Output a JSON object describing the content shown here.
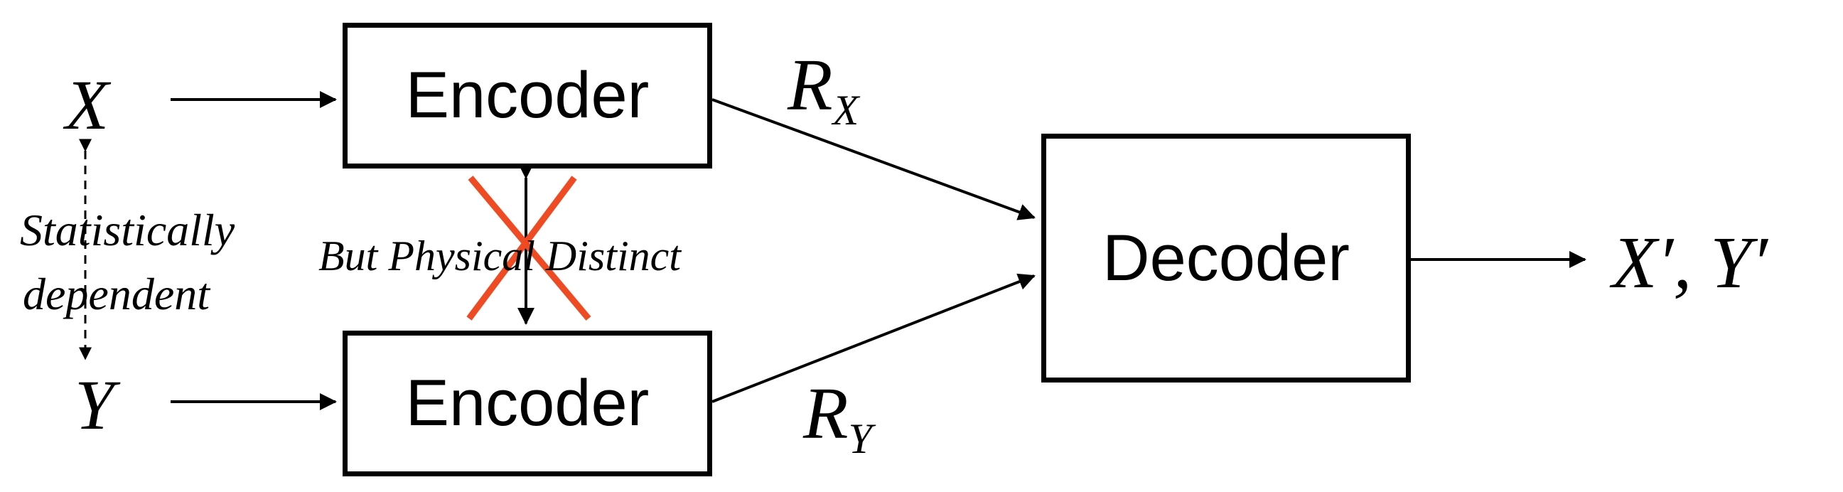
{
  "diagram": {
    "encoder_top_label": "Encoder",
    "encoder_bottom_label": "Encoder",
    "decoder_label": "Decoder",
    "input_x": "X",
    "input_y": "Y",
    "rate_x": {
      "base": "R",
      "sub": "X"
    },
    "rate_y": {
      "base": "R",
      "sub": "Y"
    },
    "output": "X′, Y′",
    "dependency_line1": "Statistically",
    "dependency_line2": "dependent",
    "encoder_link_note": "But Physical Distinct",
    "colors": {
      "stroke": "#000000",
      "cross": "#f04a23"
    }
  }
}
